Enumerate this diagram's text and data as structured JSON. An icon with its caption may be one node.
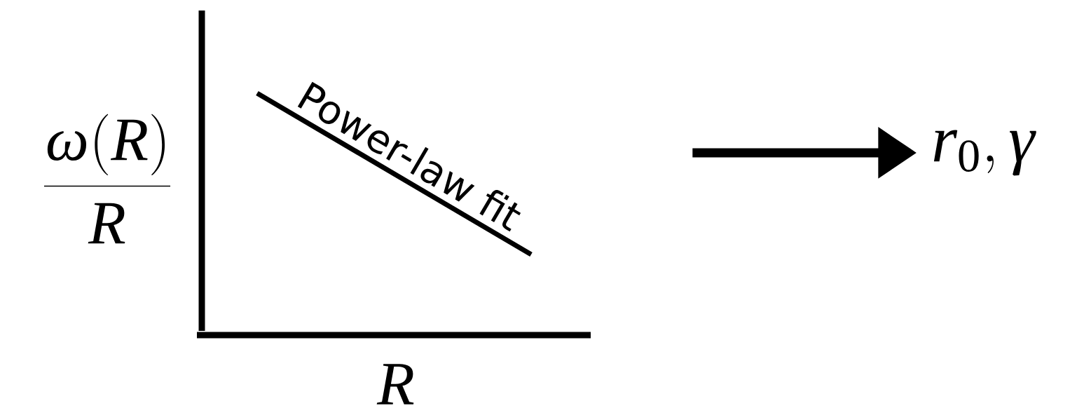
{
  "diagram": {
    "nodes": [
      {
        "text": [],
        "shape": "picture",
        "beside": [
          "\\frac{\\omega(R)}{R}",
          "R"
        ]
      },
      {
        "text": [
          "r_{0}, \\gamma"
        ]
      }
    ],
    "edges": [
      {
        "from": null,
        "to": 1,
        "arrow": "to"
      }
    ],
    "labels": [
      "Power-law fit"
    ]
  }
}
